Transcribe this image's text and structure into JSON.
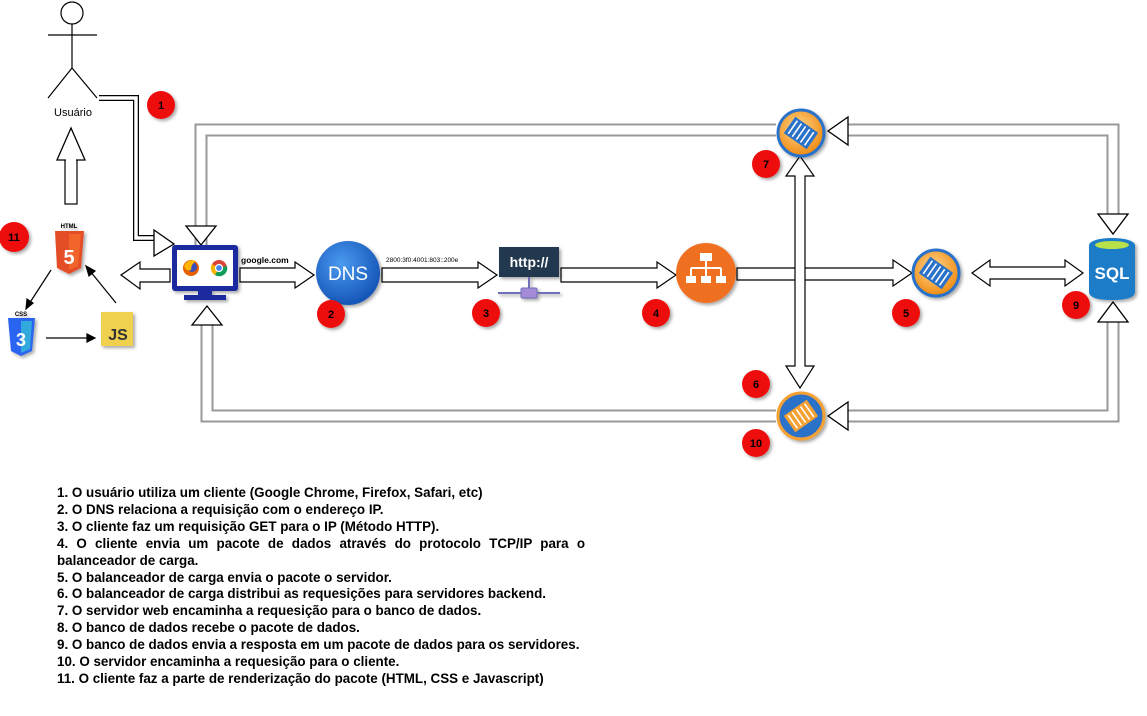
{
  "user": {
    "label": "Usuário"
  },
  "edges": {
    "browser_to_dns": "google.com",
    "dns_to_http": "2800:3f0:4001:803::200e"
  },
  "icons": {
    "dns": "DNS",
    "http": "http://",
    "sql": "SQL",
    "html": "HTML",
    "css": "CSS",
    "js": "JS"
  },
  "badges": [
    "1",
    "2",
    "3",
    "4",
    "5",
    "6",
    "7",
    "9",
    "10",
    "11"
  ],
  "steps": [
    "1. O usuário utiliza um cliente (Google Chrome, Firefox, Safari, etc)",
    "2. O DNS relaciona a requisição com o endereço IP.",
    "3. O cliente faz um requisição GET para o IP (Método HTTP).",
    "4. O cliente envia um pacote de dados através do protocolo TCP/IP para o balanceador de carga.",
    "5. O balanceador de carga envia o pacote o servidor.",
    "6. O balanceador de carga distribui as requesições para servidores backend.",
    "7. O servidor web encaminha a requesição para o banco de dados.",
    "8. O banco de dados recebe o pacote de dados.",
    "9. O banco de dados envia a resposta em um pacote de dados para os servidores.",
    "10. O servidor encaminha a requesição para o cliente.",
    "11. O cliente faz a parte de renderização do pacote (HTML, CSS e Javascript)"
  ],
  "colors": {
    "badge": "#ee1111",
    "dns": "#1f6fd1",
    "http": "#22384f",
    "loadbalancer": "#f07020",
    "server_orange": "#f5a030",
    "server_blue": "#2b72c9",
    "sql": "#1a7cc8",
    "html5": "#e44d26",
    "css3": "#2965f1",
    "js": "#f0d050",
    "monitor": "#1c2aa0"
  }
}
